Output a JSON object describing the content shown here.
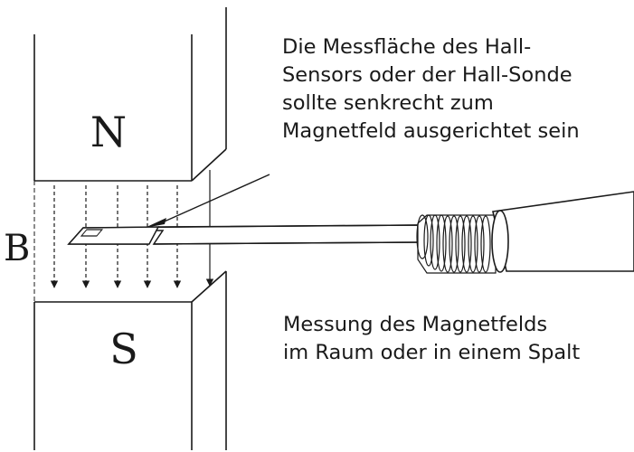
{
  "labels": {
    "north_pole": "N",
    "south_pole": "S",
    "field": "B"
  },
  "captions": {
    "sensor_orientation": [
      "Die Messfläche des Hall-",
      "Sensors oder der Hall-Sonde",
      "sollte senkrecht zum",
      "Magnetfeld ausgerichtet sein"
    ],
    "measurement": [
      "Messung des Magnetfelds",
      "im Raum oder in einem Spalt"
    ]
  }
}
